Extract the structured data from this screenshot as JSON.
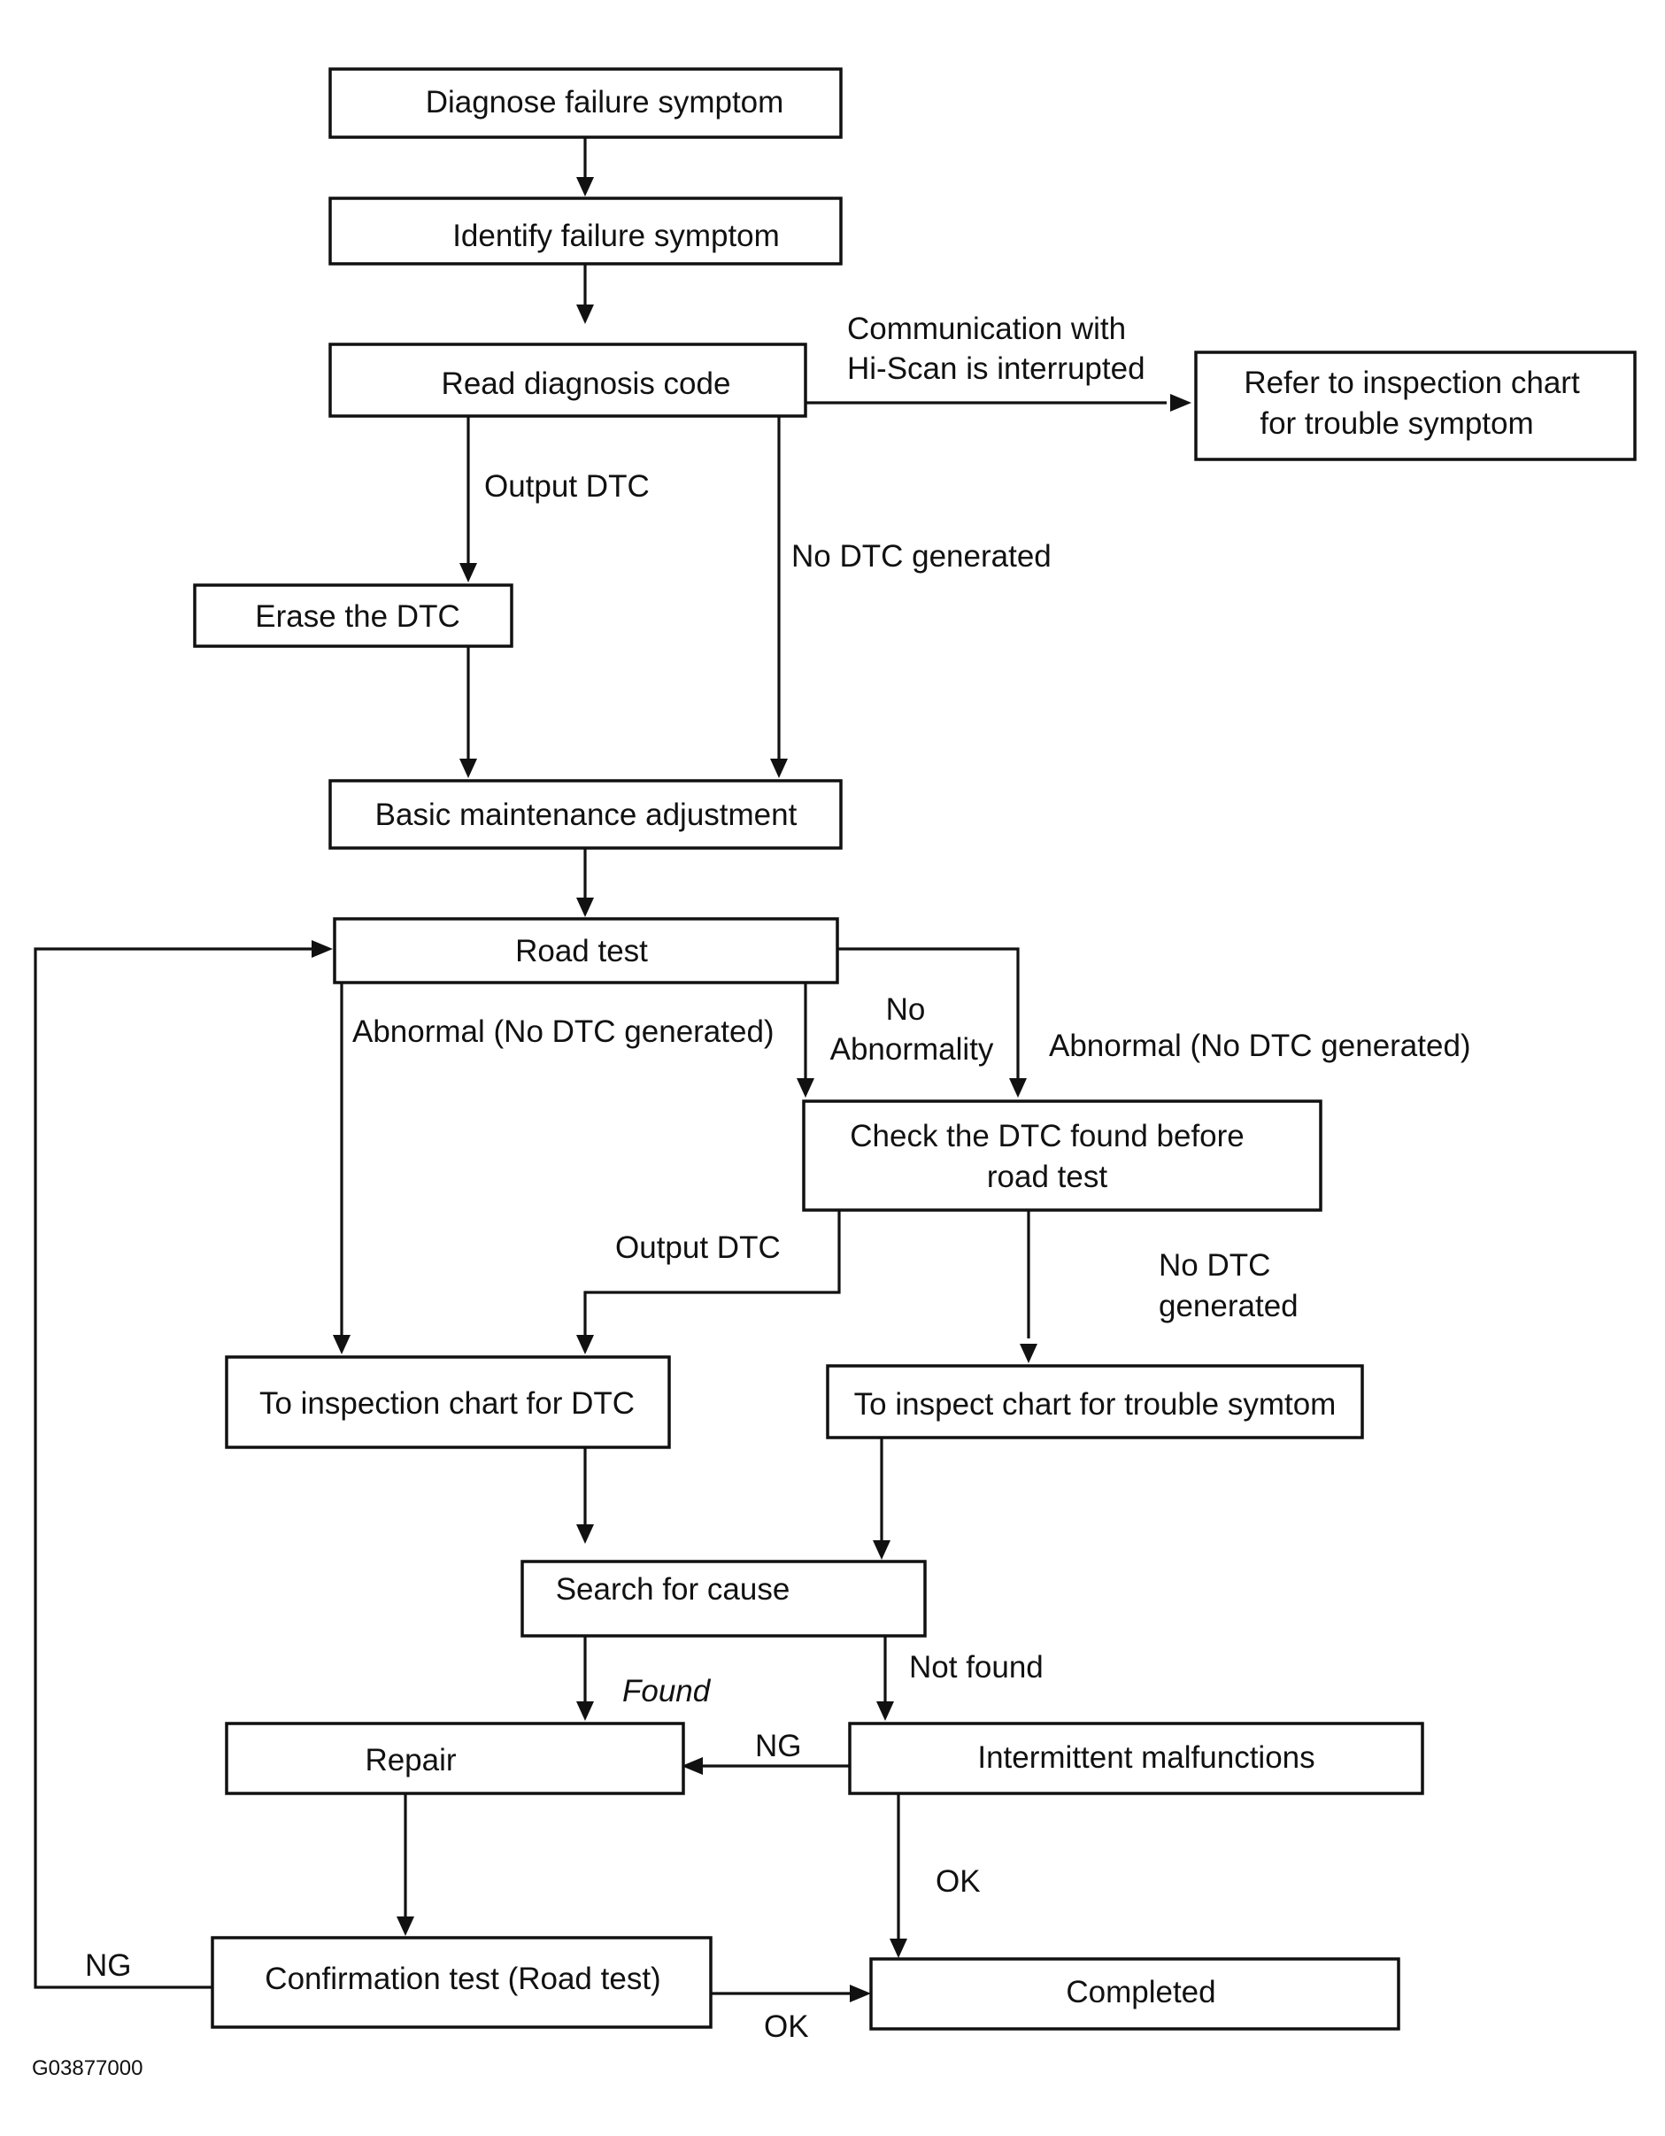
{
  "nodes": {
    "diagnose": "Diagnose failure symptom",
    "identify": "Identify failure symptom",
    "read_code": "Read diagnosis code",
    "refer_line1": "Refer to inspection chart",
    "refer_line2": "for trouble symptom",
    "erase": "Erase the DTC",
    "basic": "Basic maintenance adjustment",
    "road_test": "Road test",
    "check_line1": "Check the DTC found before",
    "check_line2": "road test",
    "to_dtc": "To inspection chart for DTC",
    "to_trouble": "To inspect chart for trouble symtom",
    "search": "Search for cause",
    "repair": "Repair",
    "intermittent": "Intermittent malfunctions",
    "confirm": "Confirmation test (Road test)",
    "completed": "Completed"
  },
  "edge_labels": {
    "comm_line1": "Communication with",
    "comm_line2": "Hi-Scan is interrupted",
    "output_dtc_1": "Output DTC",
    "no_dtc_1": "No DTC generated",
    "abnormal_left": "Abnormal (No DTC generated)",
    "no_abn_line1": "No",
    "no_abn_line2": "Abnormality",
    "abnormal_right": "Abnormal (No DTC generated)",
    "output_dtc_2": "Output DTC",
    "no_dtc_2_line1": "No DTC",
    "no_dtc_2_line2": "generated",
    "found": "Found",
    "not_found": "Not found",
    "ng_repair": "NG",
    "ok_completed": "OK",
    "ng_loop": "NG",
    "ok_confirm": "OK"
  },
  "figure_code": "G03877000"
}
